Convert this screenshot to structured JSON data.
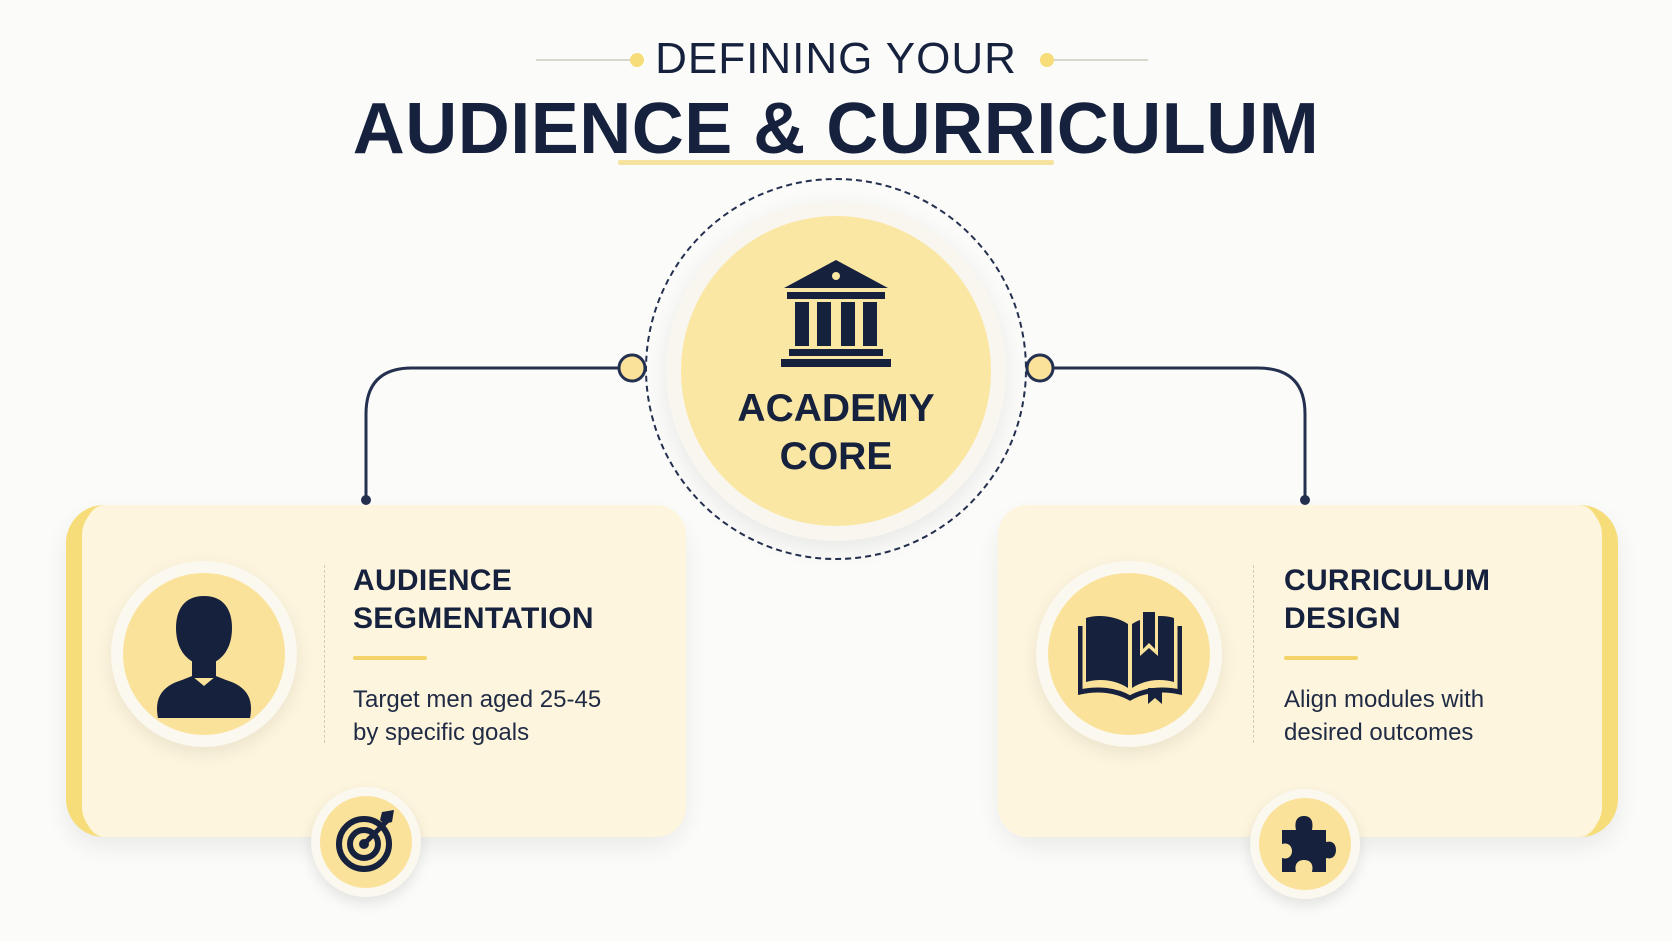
{
  "header": {
    "kicker": "DEFINING YOUR",
    "title": "AUDIENCE & CURRICULUM"
  },
  "core": {
    "icon": "institution-icon",
    "label_line1": "ACADEMY",
    "label_line2": "CORE"
  },
  "cards": [
    {
      "title_line1": "AUDIENCE",
      "title_line2": "SEGMENTATION",
      "text_line1": "Target men aged 25-45",
      "text_line2": "by specific goals",
      "icon": "person-icon",
      "badge_icon": "target-icon"
    },
    {
      "title_line1": "CURRICULUM",
      "title_line2": "DESIGN",
      "text_line1": "Align modules with",
      "text_line2": "desired outcomes",
      "icon": "open-book-icon",
      "badge_icon": "puzzle-icon"
    }
  ],
  "colors": {
    "navy": "#16213d",
    "accent_yellow": "#fbe29a",
    "card_background": "#fdf5dd"
  }
}
